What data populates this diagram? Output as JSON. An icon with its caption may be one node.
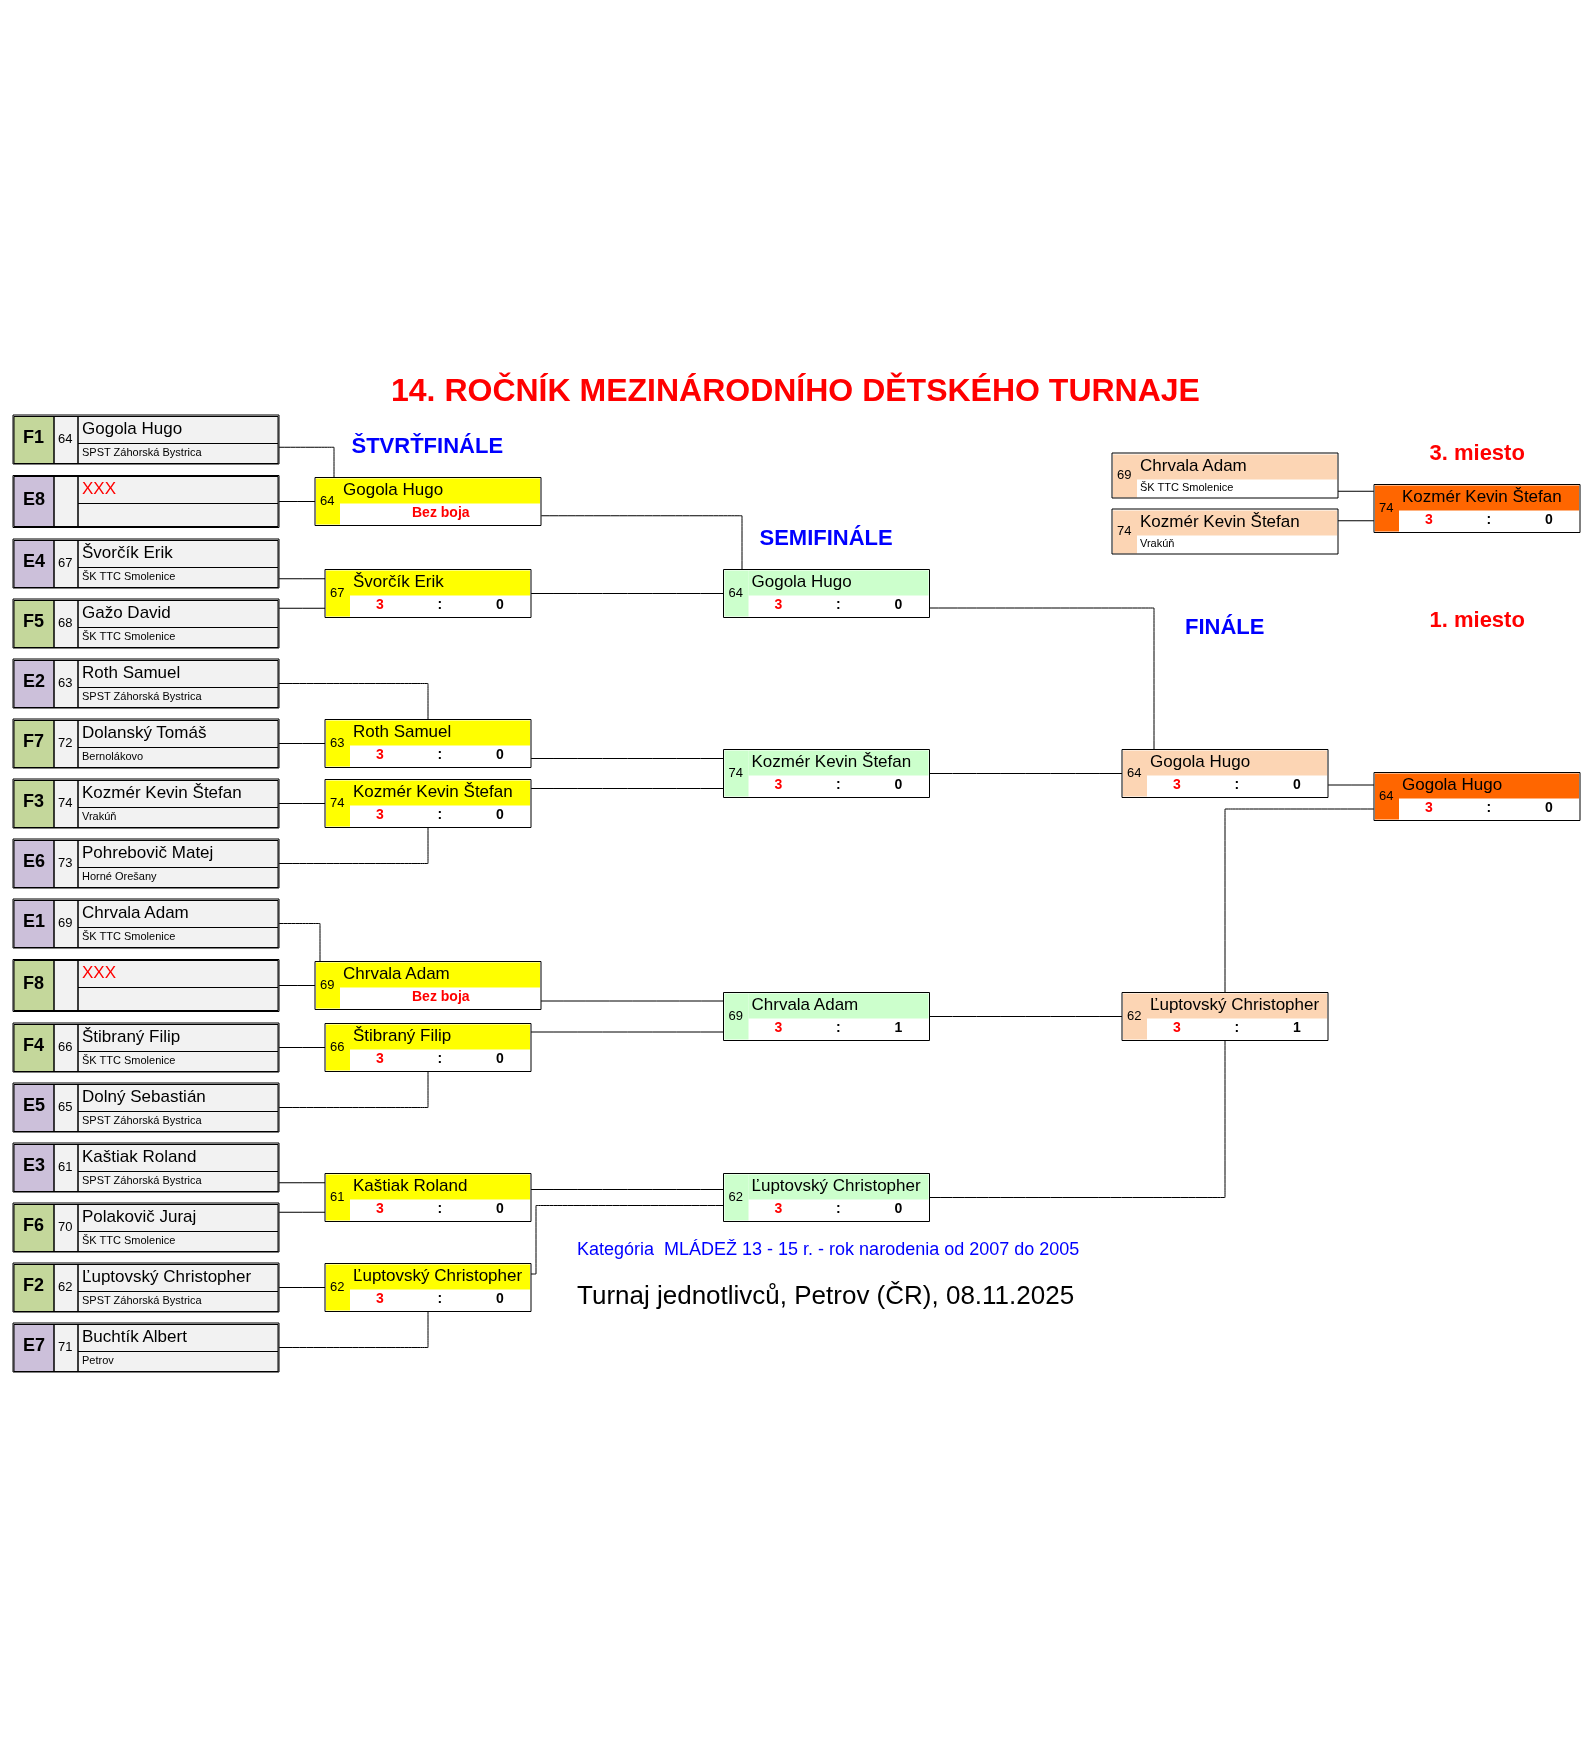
{
  "diagram": {
    "title": "14. ROČNÍK MEZINÁRODNÍHO DĚTSKÉHO TURNAJE",
    "nodes": [
      {
        "text": [
          "E1",
          "69",
          "Chrvala Adam",
          "ŠK TTC Smolenice"
        ]
      },
      {
        "text": [
          "F8",
          "XXX"
        ]
      },
      {
        "text": [
          "F4",
          "66",
          "Štibraný Filip",
          "ŠK TTC Smolenice"
        ]
      },
      {
        "text": [
          "E5",
          "65",
          "Dolný Sebastián",
          "SPST Záhorská Bystrica"
        ]
      },
      {
        "text": [
          "F2",
          "62",
          "Ľuptovský Christopher",
          "SPST Záhorská Bystrica"
        ]
      },
      {
        "text": [
          "E7",
          "71",
          "Buchtík Albert",
          "Petrov"
        ]
      },
      {
        "text": [
          "E3",
          "61",
          "Kaštiak Roland",
          "SPST Záhorská Bystrica"
        ]
      },
      {
        "text": [
          "F6",
          "70",
          "Polakovič Juraj",
          "ŠK TTC Smolenice"
        ]
      },
      {
        "text": [
          "F1",
          "64",
          "Gogola Hugo",
          "SPST Záhorská Bystrica"
        ]
      },
      {
        "text": [
          "E8",
          "XXX"
        ]
      },
      {
        "text": [
          "E4",
          "67",
          "Švorčík Erik",
          "ŠK TTC Smolenice"
        ]
      },
      {
        "text": [
          "F5",
          "68",
          "Gažo David",
          "ŠK TTC Smolenice"
        ]
      },
      {
        "text": [
          "E2",
          "63",
          "Roth Samuel",
          "SPST Záhorská Bystrica"
        ]
      },
      {
        "text": [
          "F7",
          "72",
          "Dolanský Tomáš",
          "Bernolákovo"
        ]
      },
      {
        "text": [
          "F3",
          "74",
          "Kozmér Kevin Štefan",
          "Vrakúň"
        ]
      },
      {
        "text": [
          "E6",
          "73",
          "Pohrebovič Matej",
          "Horné Orešany"
        ]
      },
      {
        "text": [
          "69",
          "Chrvala Adam",
          "Bez boja"
        ]
      },
      {
        "text": [
          "66",
          "Štibraný Filip",
          "3",
          ":",
          "0"
        ]
      },
      {
        "text": [
          "62",
          "Ľuptovský Christopher",
          "3",
          ":",
          "0"
        ]
      },
      {
        "text": [
          "61",
          "Kaštiak Roland",
          "3",
          ":",
          "0"
        ]
      },
      {
        "text": [
          "64",
          "Gogola Hugo",
          "Bez boja"
        ]
      },
      {
        "text": [
          "67",
          "Švorčík Erik",
          "3",
          ":",
          "0"
        ]
      },
      {
        "text": [
          "63",
          "Roth Samuel",
          "3",
          ":",
          "0"
        ]
      },
      {
        "text": [
          "74",
          "Kozmér Kevin Štefan",
          "3",
          ":",
          "0"
        ]
      },
      {
        "text": [
          "69",
          "Chrvala Adam",
          "3",
          ":",
          "1"
        ]
      },
      {
        "text": [
          "62",
          "Ľuptovský Christopher",
          "3",
          ":",
          "0"
        ]
      },
      {
        "text": [
          "64",
          "Gogola Hugo",
          "3",
          ":",
          "0"
        ]
      },
      {
        "text": [
          "74",
          "Kozmér Kevin Štefan",
          "3",
          ":",
          "0"
        ]
      },
      {
        "text": [
          "62",
          "Ľuptovský Christopher",
          "3",
          ":",
          "1"
        ]
      },
      {
        "text": [
          "64",
          "Gogola Hugo",
          "3",
          ":",
          "0"
        ]
      },
      {
        "text": [
          "64",
          "Gogola Hugo",
          "3",
          ":",
          "0"
        ]
      },
      {
        "text": [
          "69",
          "Chrvala Adam",
          "ŠK TTC Smolenice"
        ]
      },
      {
        "text": [
          "74",
          "Kozmér Kevin Štefan",
          "Vrakúň"
        ]
      },
      {
        "text": [
          "74",
          "Kozmér Kevin Štefan",
          "3",
          ":",
          "0"
        ]
      }
    ],
    "edges": [
      {
        "from": 0,
        "to": 16,
        "arrow": "none"
      },
      {
        "from": 1,
        "to": 16,
        "arrow": "none"
      },
      {
        "from": 2,
        "to": 17,
        "arrow": "none"
      },
      {
        "from": 3,
        "to": 17,
        "arrow": "none"
      },
      {
        "from": 4,
        "to": 18,
        "arrow": "none"
      },
      {
        "from": 5,
        "to": 18,
        "arrow": "none"
      },
      {
        "from": 6,
        "to": 19,
        "arrow": "none"
      },
      {
        "from": 7,
        "to": 19,
        "arrow": "none"
      },
      {
        "from": 8,
        "to": 20,
        "arrow": "none"
      },
      {
        "from": 9,
        "to": 20,
        "arrow": "none"
      },
      {
        "from": 10,
        "to": 21,
        "arrow": "none"
      },
      {
        "from": 11,
        "to": 21,
        "arrow": "none"
      },
      {
        "from": 12,
        "to": 22,
        "arrow": "none"
      },
      {
        "from": 13,
        "to": 22,
        "arrow": "none"
      },
      {
        "from": 14,
        "to": 23,
        "arrow": "none"
      },
      {
        "from": 15,
        "to": 23,
        "arrow": "none"
      },
      {
        "from": 16,
        "to": 24,
        "arrow": "none"
      },
      {
        "from": 17,
        "to": 24,
        "arrow": "none"
      },
      {
        "from": 18,
        "to": 25,
        "arrow": "none"
      },
      {
        "from": 19,
        "to": 25,
        "arrow": "none"
      },
      {
        "from": 20,
        "to": 26,
        "arrow": "none"
      },
      {
        "from": 21,
        "to": 26,
        "arrow": "none"
      },
      {
        "from": 22,
        "to": 27,
        "arrow": "none"
      },
      {
        "from": 23,
        "to": 27,
        "arrow": "none"
      },
      {
        "from": 24,
        "to": 28,
        "arrow": "none"
      },
      {
        "from": 25,
        "to": 28,
        "arrow": "none"
      },
      {
        "from": 26,
        "to": 29,
        "arrow": "none"
      },
      {
        "from": 27,
        "to": 29,
        "arrow": "none"
      },
      {
        "from": 28,
        "to": 30,
        "arrow": "none"
      },
      {
        "from": 29,
        "to": 30,
        "arrow": "none"
      },
      {
        "from": 31,
        "to": 33,
        "arrow": "none"
      },
      {
        "from": 32,
        "to": 33,
        "arrow": "none"
      }
    ],
    "labels": [
      "Turnaj jednotlivců, Petrov (ČR), 08.11.2025",
      "Kategória  MLÁDEŽ 13 - 15 r. - rok narodenia od 2007 do 2005",
      "ŠTVRŤFINÁLE",
      "SEMIFINÁLE",
      "FINÁLE",
      "1. miesto",
      "3. miesto"
    ]
  }
}
